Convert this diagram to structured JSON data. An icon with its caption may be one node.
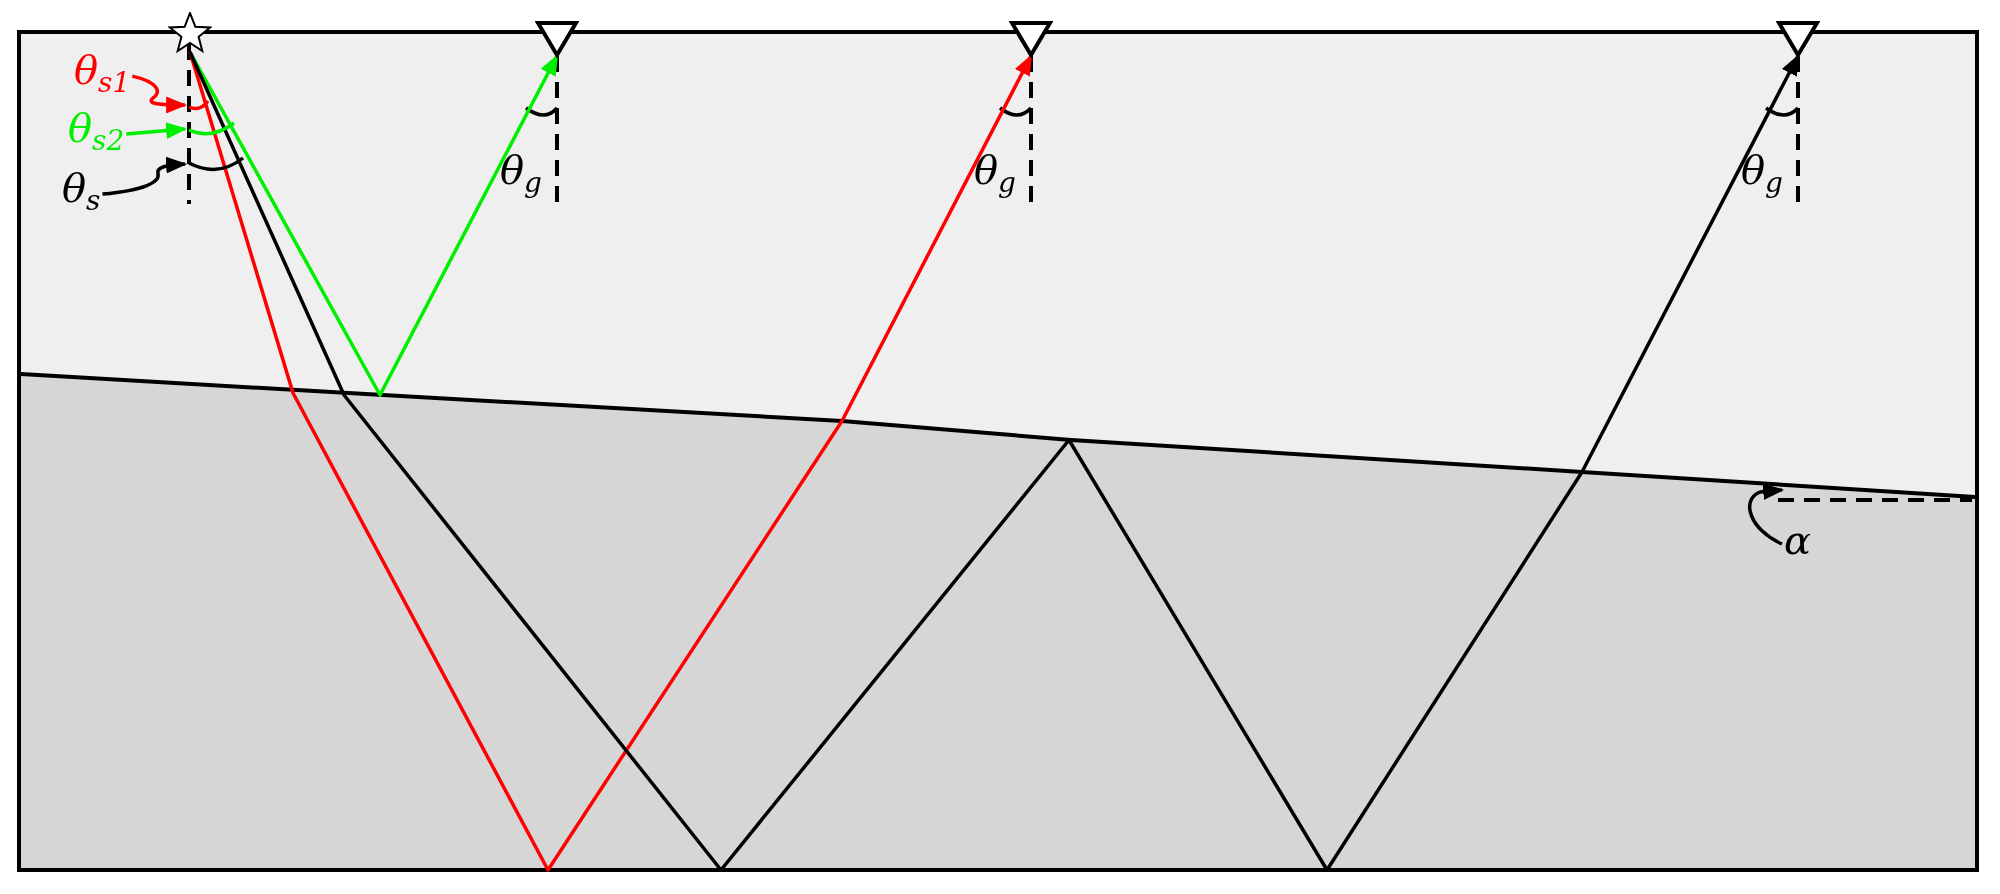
{
  "diagram": {
    "nodes": [
      {
        "text": [],
        "shape": "star"
      },
      {
        "text": [],
        "shape": "triangle",
        "beside": [
          "θ$_{g}$"
        ]
      },
      {
        "text": [],
        "shape": "triangle",
        "beside": [
          "θ$_{g}$"
        ]
      },
      {
        "text": [],
        "shape": "triangle",
        "beside": [
          "θ$_{g}$"
        ]
      },
      {
        "text": [
          "θ$_{s1}$"
        ]
      },
      {
        "text": [
          "θ$_{s2}$"
        ]
      },
      {
        "text": [
          "θ$_{s}$"
        ]
      },
      {
        "text": [
          "α"
        ]
      },
      {
        "text": [],
        "shape": "arc"
      },
      {
        "text": [],
        "shape": "arc"
      },
      {
        "text": [],
        "shape": "arc"
      }
    ],
    "edges": [
      {
        "from": 0,
        "to": 1,
        "arrow": "to",
        "color": "#00ee00"
      },
      {
        "from": 0,
        "to": 2,
        "arrow": "to",
        "color": "#ff0000"
      },
      {
        "from": 0,
        "to": 3,
        "arrow": "to"
      },
      {
        "from": 4,
        "to": 8,
        "arrow": "to",
        "color": "#ff0000"
      },
      {
        "from": 5,
        "to": 9,
        "arrow": "to",
        "color": "#00ee00"
      },
      {
        "from": 6,
        "to": 10,
        "arrow": "to"
      },
      {
        "from": 7,
        "to": null,
        "arrow": "to"
      }
    ]
  }
}
